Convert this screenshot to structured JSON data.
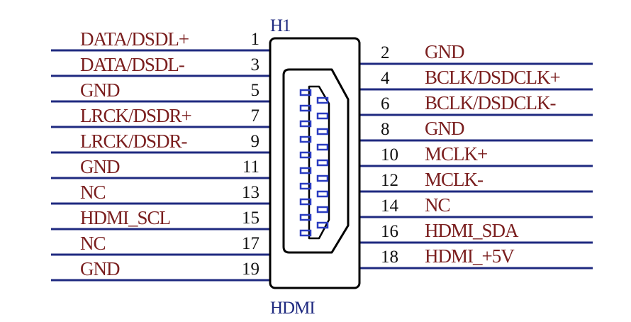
{
  "component": {
    "refdes": "H1",
    "name": "HDMI"
  },
  "colors": {
    "wire": "#1f2a80",
    "net_label": "#7a1e1e",
    "pin_number": "#111111",
    "body_outline": "#000000",
    "connector_pins": "#2a3cc0"
  },
  "pins_left": [
    {
      "pin": "1",
      "net": "DATA/DSDL+"
    },
    {
      "pin": "3",
      "net": "DATA/DSDL-"
    },
    {
      "pin": "5",
      "net": "GND"
    },
    {
      "pin": "7",
      "net": "LRCK/DSDR+"
    },
    {
      "pin": "9",
      "net": "LRCK/DSDR-"
    },
    {
      "pin": "11",
      "net": "GND"
    },
    {
      "pin": "13",
      "net": "NC"
    },
    {
      "pin": "15",
      "net": "HDMI_SCL"
    },
    {
      "pin": "17",
      "net": "NC"
    },
    {
      "pin": "19",
      "net": "GND"
    }
  ],
  "pins_right": [
    {
      "pin": "2",
      "net": "GND"
    },
    {
      "pin": "4",
      "net": "BCLK/DSDCLK+"
    },
    {
      "pin": "6",
      "net": "BCLK/DSDCLK-"
    },
    {
      "pin": "8",
      "net": "GND"
    },
    {
      "pin": "10",
      "net": "MCLK+"
    },
    {
      "pin": "12",
      "net": "MCLK-"
    },
    {
      "pin": "14",
      "net": "NC"
    },
    {
      "pin": "16",
      "net": "HDMI_SDA"
    },
    {
      "pin": "18",
      "net": "HDMI_+5V"
    }
  ]
}
